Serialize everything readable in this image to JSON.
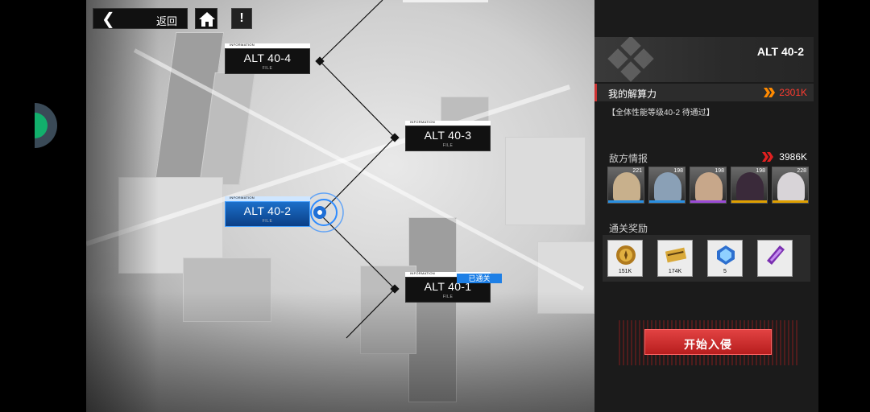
{
  "nav": {
    "back_label": "返回",
    "info_label": "!"
  },
  "nodes": [
    {
      "title": "ALT 40-4",
      "tag": "INFORMATION",
      "sub": "FILE"
    },
    {
      "title": "ALT 40-3",
      "tag": "INFORMATION",
      "sub": "FILE"
    },
    {
      "title": "ALT 40-2",
      "tag": "INFORMATION",
      "sub": "FILE",
      "active": true
    },
    {
      "title": "ALT 40-1",
      "tag": "INFORMATION",
      "sub": "FILE",
      "badge": "已通关"
    }
  ],
  "panel": {
    "stage_name": "ALT 40-2",
    "power_label": "我的解算力",
    "power_value": "2301K",
    "requirement": "【全体性能等级40-2 待通过】",
    "enemy_section": "敌方情报",
    "enemy_power": "3986K",
    "enemies": [
      {
        "level": "221",
        "bar_color": "#2a8fe0",
        "tone": "#c8b08c"
      },
      {
        "level": "198",
        "bar_color": "#2a8fe0",
        "tone": "#8aa0b6"
      },
      {
        "level": "198",
        "bar_color": "#9b4bd6",
        "tone": "#c7a78a"
      },
      {
        "level": "198",
        "bar_color": "#e0a000",
        "tone": "#3a2a3a"
      },
      {
        "level": "228",
        "bar_color": "#e0a000",
        "tone": "#d8d4d8"
      }
    ],
    "reward_section": "通关奖励",
    "rewards": [
      {
        "qty": "151K",
        "icon": "gold-coin-icon"
      },
      {
        "qty": "174K",
        "icon": "credit-card-icon"
      },
      {
        "qty": "5",
        "icon": "blue-crystal-icon"
      },
      {
        "qty": "",
        "icon": "purple-shard-icon"
      }
    ],
    "start_label": "开始入侵"
  },
  "colors": {
    "accent_red": "#d32f2f",
    "active_blue": "#1c6fc9",
    "cleared_blue": "#1d7fe6"
  }
}
